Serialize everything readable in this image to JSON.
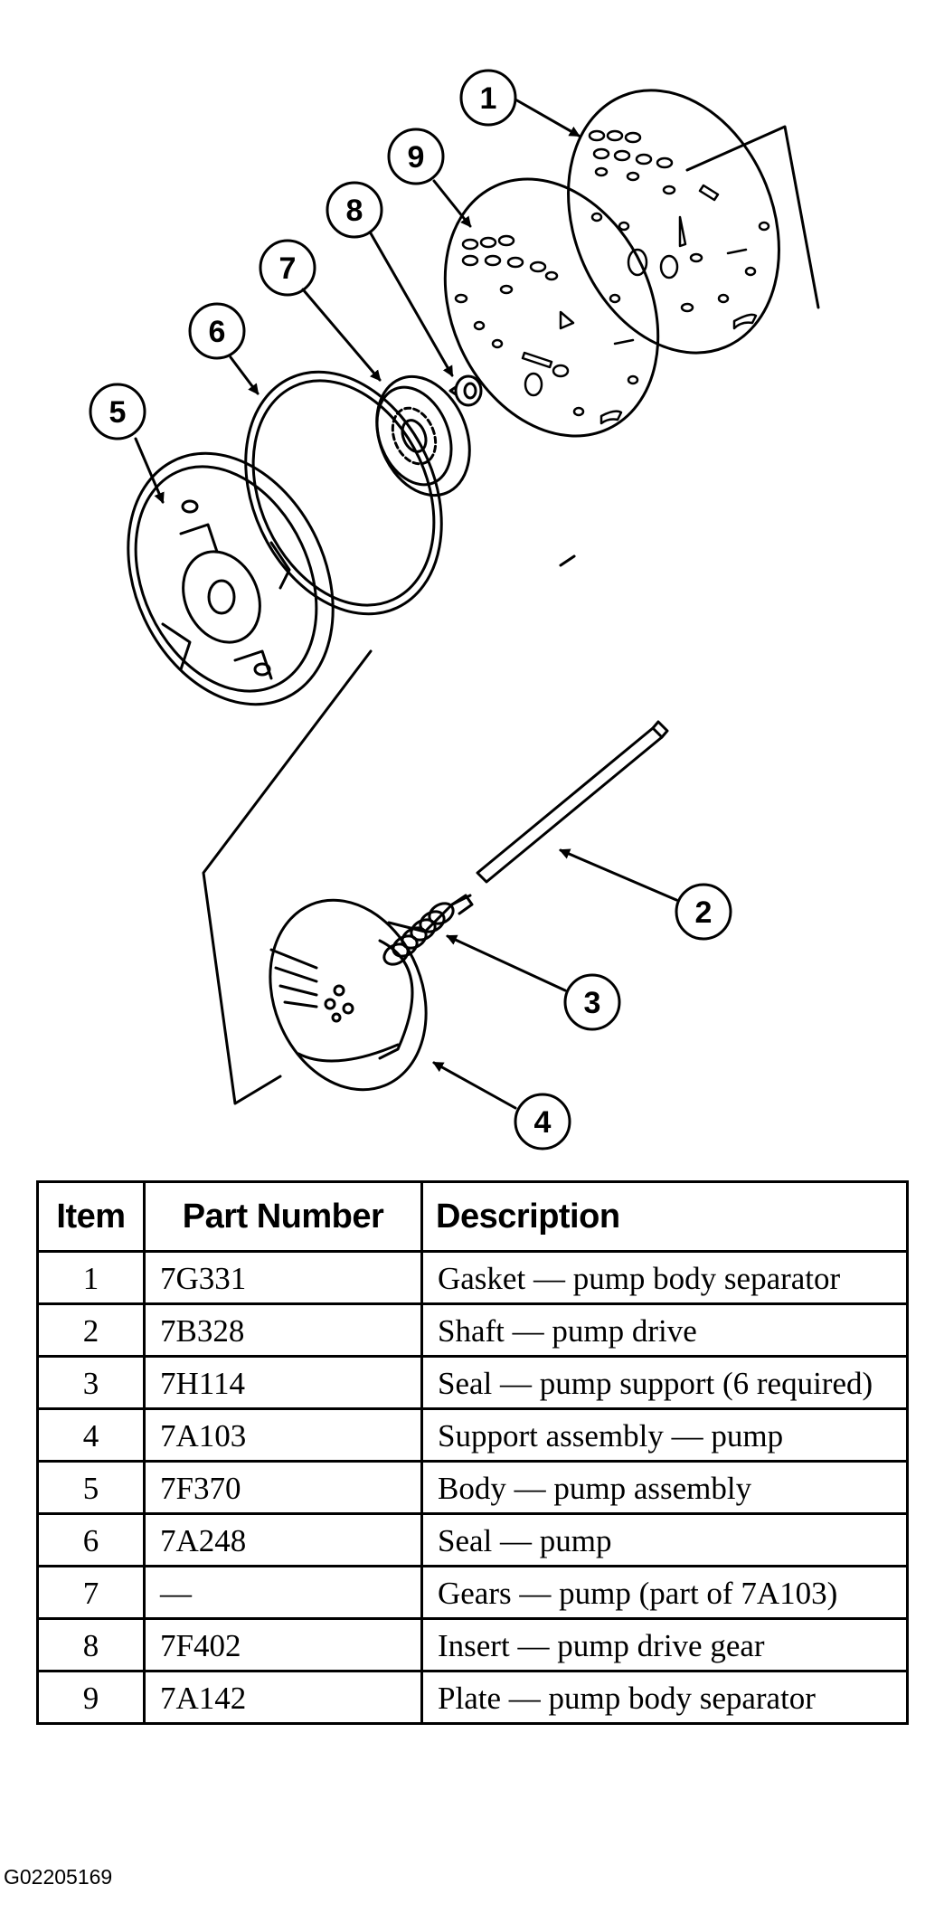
{
  "callouts": [
    "1",
    "2",
    "3",
    "4",
    "5",
    "6",
    "7",
    "8",
    "9"
  ],
  "table": {
    "headers": {
      "item": "Item",
      "part_number": "Part Number",
      "description": "Description"
    },
    "rows": [
      {
        "item": "1",
        "part_number": "7G331",
        "description": "Gasket — pump body separator"
      },
      {
        "item": "2",
        "part_number": "7B328",
        "description": "Shaft — pump drive"
      },
      {
        "item": "3",
        "part_number": "7H114",
        "description": "Seal — pump support (6 required)"
      },
      {
        "item": "4",
        "part_number": "7A103",
        "description": "Support assembly — pump"
      },
      {
        "item": "5",
        "part_number": "7F370",
        "description": "Body — pump assembly"
      },
      {
        "item": "6",
        "part_number": "7A248",
        "description": "Seal — pump"
      },
      {
        "item": "7",
        "part_number": "—",
        "description": "Gears — pump (part of 7A103)"
      },
      {
        "item": "8",
        "part_number": "7F402",
        "description": "Insert — pump drive gear"
      },
      {
        "item": "9",
        "part_number": "7A142",
        "description": "Plate — pump body separator"
      }
    ]
  },
  "figure_id": "G02205169"
}
